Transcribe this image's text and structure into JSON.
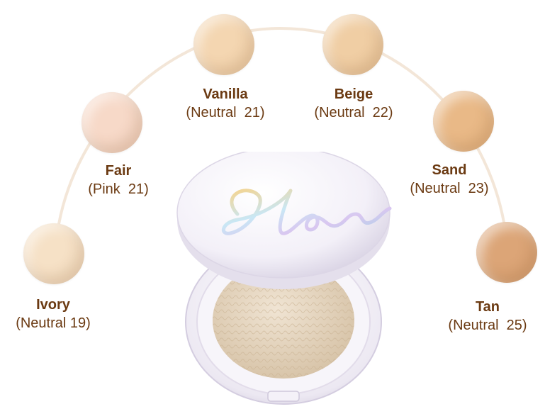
{
  "brand_text": "Glow",
  "colors": {
    "arc": "#f3e6d8",
    "label": "#6b3a12",
    "ivory": "#f6e1c6",
    "fair": "#f7d9c8",
    "vanilla": "#f4d6b1",
    "beige": "#f0cea4",
    "sand": "#e9b987",
    "tan": "#dca577",
    "compact_shell": "#f1eef6",
    "puff": "#e3d3bd"
  },
  "shades": [
    {
      "id": "ivory",
      "name": "Ivory",
      "sub": "(Neutral 19)"
    },
    {
      "id": "fair",
      "name": "Fair",
      "sub": "(Pink  21)"
    },
    {
      "id": "vanilla",
      "name": "Vanilla",
      "sub": "(Neutral  21)"
    },
    {
      "id": "beige",
      "name": "Beige",
      "sub": "(Neutral  22)"
    },
    {
      "id": "sand",
      "name": "Sand",
      "sub": "(Neutral  23)"
    },
    {
      "id": "tan",
      "name": "Tan",
      "sub": "(Neutral  25)"
    }
  ]
}
